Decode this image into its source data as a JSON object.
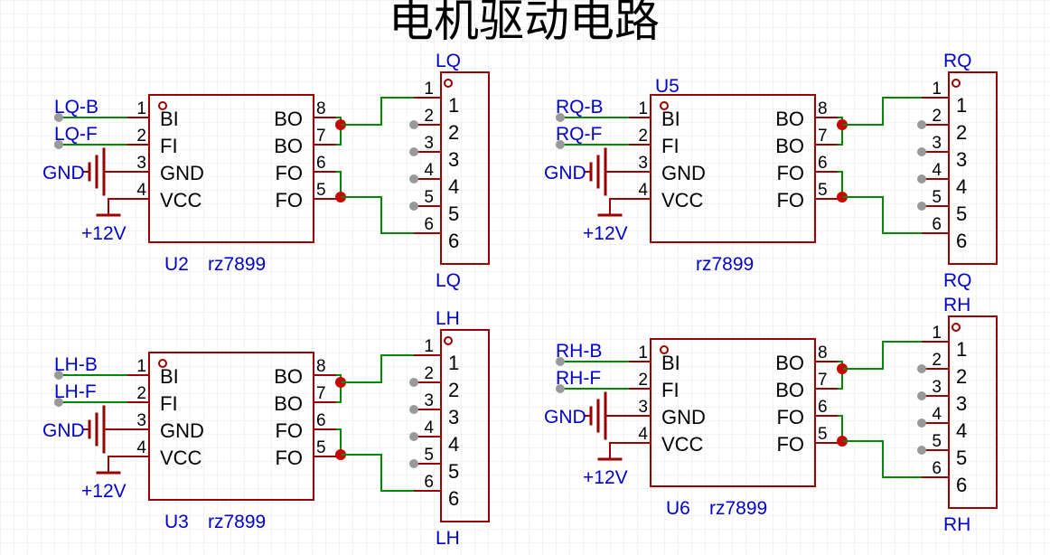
{
  "title": "电机驱动电路",
  "colors": {
    "background": "#ffffff",
    "grid": "#dddddd",
    "body": "#990000",
    "pin": "#990000",
    "wire": "#008800",
    "junction": "#cc0000",
    "net_label": "#0000cc",
    "text": "#000000",
    "pin_number": "#000000",
    "pin_end": "#999999"
  },
  "drivers": [
    {
      "ref": "U2",
      "value": "rz7899",
      "input_labels": [
        "LQ-B",
        "LQ-F"
      ],
      "gnd_label": "GND",
      "power_label": "+12V",
      "pins": [
        {
          "num": "1",
          "name": "BI"
        },
        {
          "num": "2",
          "name": "FI"
        },
        {
          "num": "3",
          "name": "GND"
        },
        {
          "num": "4",
          "name": "VCC"
        },
        {
          "num": "8",
          "name": "BO"
        },
        {
          "num": "7",
          "name": "BO"
        },
        {
          "num": "6",
          "name": "FO"
        },
        {
          "num": "5",
          "name": "FO"
        }
      ]
    },
    {
      "ref": "U5",
      "value": "rz7899",
      "input_labels": [
        "RQ-B",
        "RQ-F"
      ],
      "gnd_label": "GND",
      "power_label": "+12V",
      "pins": [
        {
          "num": "1",
          "name": "BI"
        },
        {
          "num": "2",
          "name": "FI"
        },
        {
          "num": "3",
          "name": "GND"
        },
        {
          "num": "4",
          "name": "VCC"
        },
        {
          "num": "8",
          "name": "BO"
        },
        {
          "num": "7",
          "name": "BO"
        },
        {
          "num": "6",
          "name": "FO"
        },
        {
          "num": "5",
          "name": "FO"
        }
      ]
    },
    {
      "ref": "U3",
      "value": "rz7899",
      "input_labels": [
        "LH-B",
        "LH-F"
      ],
      "gnd_label": "GND",
      "power_label": "+12V",
      "pins": [
        {
          "num": "1",
          "name": "BI"
        },
        {
          "num": "2",
          "name": "FI"
        },
        {
          "num": "3",
          "name": "GND"
        },
        {
          "num": "4",
          "name": "VCC"
        },
        {
          "num": "8",
          "name": "BO"
        },
        {
          "num": "7",
          "name": "BO"
        },
        {
          "num": "6",
          "name": "FO"
        },
        {
          "num": "5",
          "name": "FO"
        }
      ]
    },
    {
      "ref": "U6",
      "value": "rz7899",
      "input_labels": [
        "RH-B",
        "RH-F"
      ],
      "gnd_label": "GND",
      "power_label": "+12V",
      "pins": [
        {
          "num": "1",
          "name": "BI"
        },
        {
          "num": "2",
          "name": "FI"
        },
        {
          "num": "3",
          "name": "GND"
        },
        {
          "num": "4",
          "name": "VCC"
        },
        {
          "num": "8",
          "name": "BO"
        },
        {
          "num": "7",
          "name": "BO"
        },
        {
          "num": "6",
          "name": "FO"
        },
        {
          "num": "5",
          "name": "FO"
        }
      ]
    }
  ],
  "connectors": [
    {
      "top_label": "LQ",
      "bottom_label": "LQ",
      "pins": [
        "1",
        "2",
        "3",
        "4",
        "5",
        "6"
      ]
    },
    {
      "top_label": "RQ",
      "bottom_label": "RQ",
      "pins": [
        "1",
        "2",
        "3",
        "4",
        "5",
        "6"
      ]
    },
    {
      "top_label": "LH",
      "bottom_label": "LH",
      "pins": [
        "1",
        "2",
        "3",
        "4",
        "5",
        "6"
      ]
    },
    {
      "top_label": "RH",
      "bottom_label": "RH",
      "pins": [
        "1",
        "2",
        "3",
        "4",
        "5",
        "6"
      ]
    }
  ]
}
